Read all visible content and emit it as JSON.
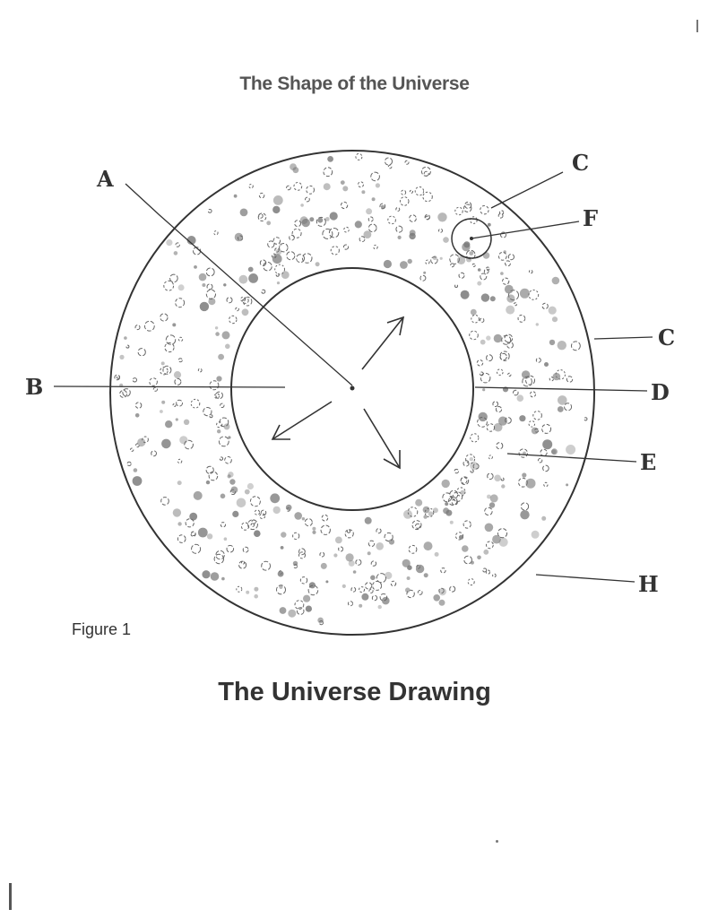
{
  "title": "The Shape of the Universe",
  "figure_label": "Figure 1",
  "drawing_title": "The Universe Drawing",
  "labels": {
    "a": "A",
    "b": "B",
    "c_top": "C",
    "c_right": "C",
    "d": "D",
    "e": "E",
    "f": "F",
    "h": "H"
  },
  "colors": {
    "ink": "#333333",
    "background": "#ffffff"
  }
}
